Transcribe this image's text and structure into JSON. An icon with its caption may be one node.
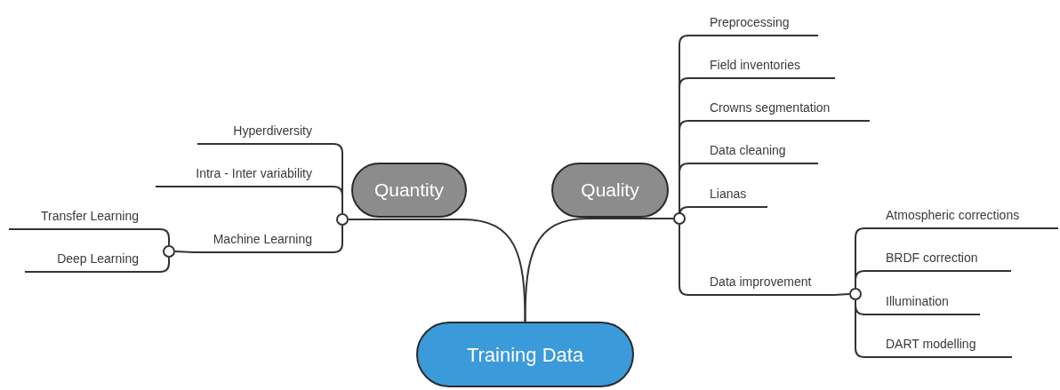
{
  "diagram": {
    "nodes": [
      {
        "text": [
          "Training Data"
        ]
      },
      {
        "text": [
          "Quantity"
        ]
      },
      {
        "text": [
          "Quality"
        ]
      },
      {
        "text": [],
        "shape": "circle"
      },
      {
        "text": [
          "Hyperdiversity"
        ]
      },
      {
        "text": [
          "Intra - Inter variability"
        ]
      },
      {
        "text": [
          "Machine Learning"
        ]
      },
      {
        "text": [],
        "shape": "circle"
      },
      {
        "text": [
          "Transfer Learning"
        ]
      },
      {
        "text": [
          "Deep Learning"
        ]
      },
      {
        "text": [],
        "shape": "circle"
      },
      {
        "text": [
          "Preprocessing"
        ]
      },
      {
        "text": [
          "Field inventories"
        ]
      },
      {
        "text": [
          "Crowns segmentation"
        ]
      },
      {
        "text": [
          "Data cleaning"
        ]
      },
      {
        "text": [
          "Lianas"
        ]
      },
      {
        "text": [
          "Data improvement"
        ]
      },
      {
        "text": [],
        "shape": "circle"
      },
      {
        "text": [
          "Atmospheric corrections"
        ]
      },
      {
        "text": [
          "BRDF correction"
        ]
      },
      {
        "text": [
          "Illumination"
        ]
      },
      {
        "text": [
          "DART modelling"
        ]
      }
    ],
    "edges": [
      {
        "from": 0,
        "to": 3,
        "arrow": "none"
      },
      {
        "from": 0,
        "to": 10,
        "arrow": "none"
      },
      {
        "from": 3,
        "to": 4,
        "arrow": "none"
      },
      {
        "from": 3,
        "to": 5,
        "arrow": "none"
      },
      {
        "from": 3,
        "to": 6,
        "arrow": "none"
      },
      {
        "from": 6,
        "to": 7,
        "arrow": "none"
      },
      {
        "from": 7,
        "to": 8,
        "arrow": "none"
      },
      {
        "from": 7,
        "to": 9,
        "arrow": "none"
      },
      {
        "from": 10,
        "to": 11,
        "arrow": "none"
      },
      {
        "from": 10,
        "to": 12,
        "arrow": "none"
      },
      {
        "from": 10,
        "to": 13,
        "arrow": "none"
      },
      {
        "from": 10,
        "to": 14,
        "arrow": "none"
      },
      {
        "from": 10,
        "to": 15,
        "arrow": "none"
      },
      {
        "from": 10,
        "to": 16,
        "arrow": "none"
      },
      {
        "from": 16,
        "to": 17,
        "arrow": "none"
      },
      {
        "from": 17,
        "to": 18,
        "arrow": "none"
      },
      {
        "from": 17,
        "to": 19,
        "arrow": "none"
      },
      {
        "from": 17,
        "to": 20,
        "arrow": "none"
      },
      {
        "from": 17,
        "to": 21,
        "arrow": "none"
      }
    ]
  }
}
